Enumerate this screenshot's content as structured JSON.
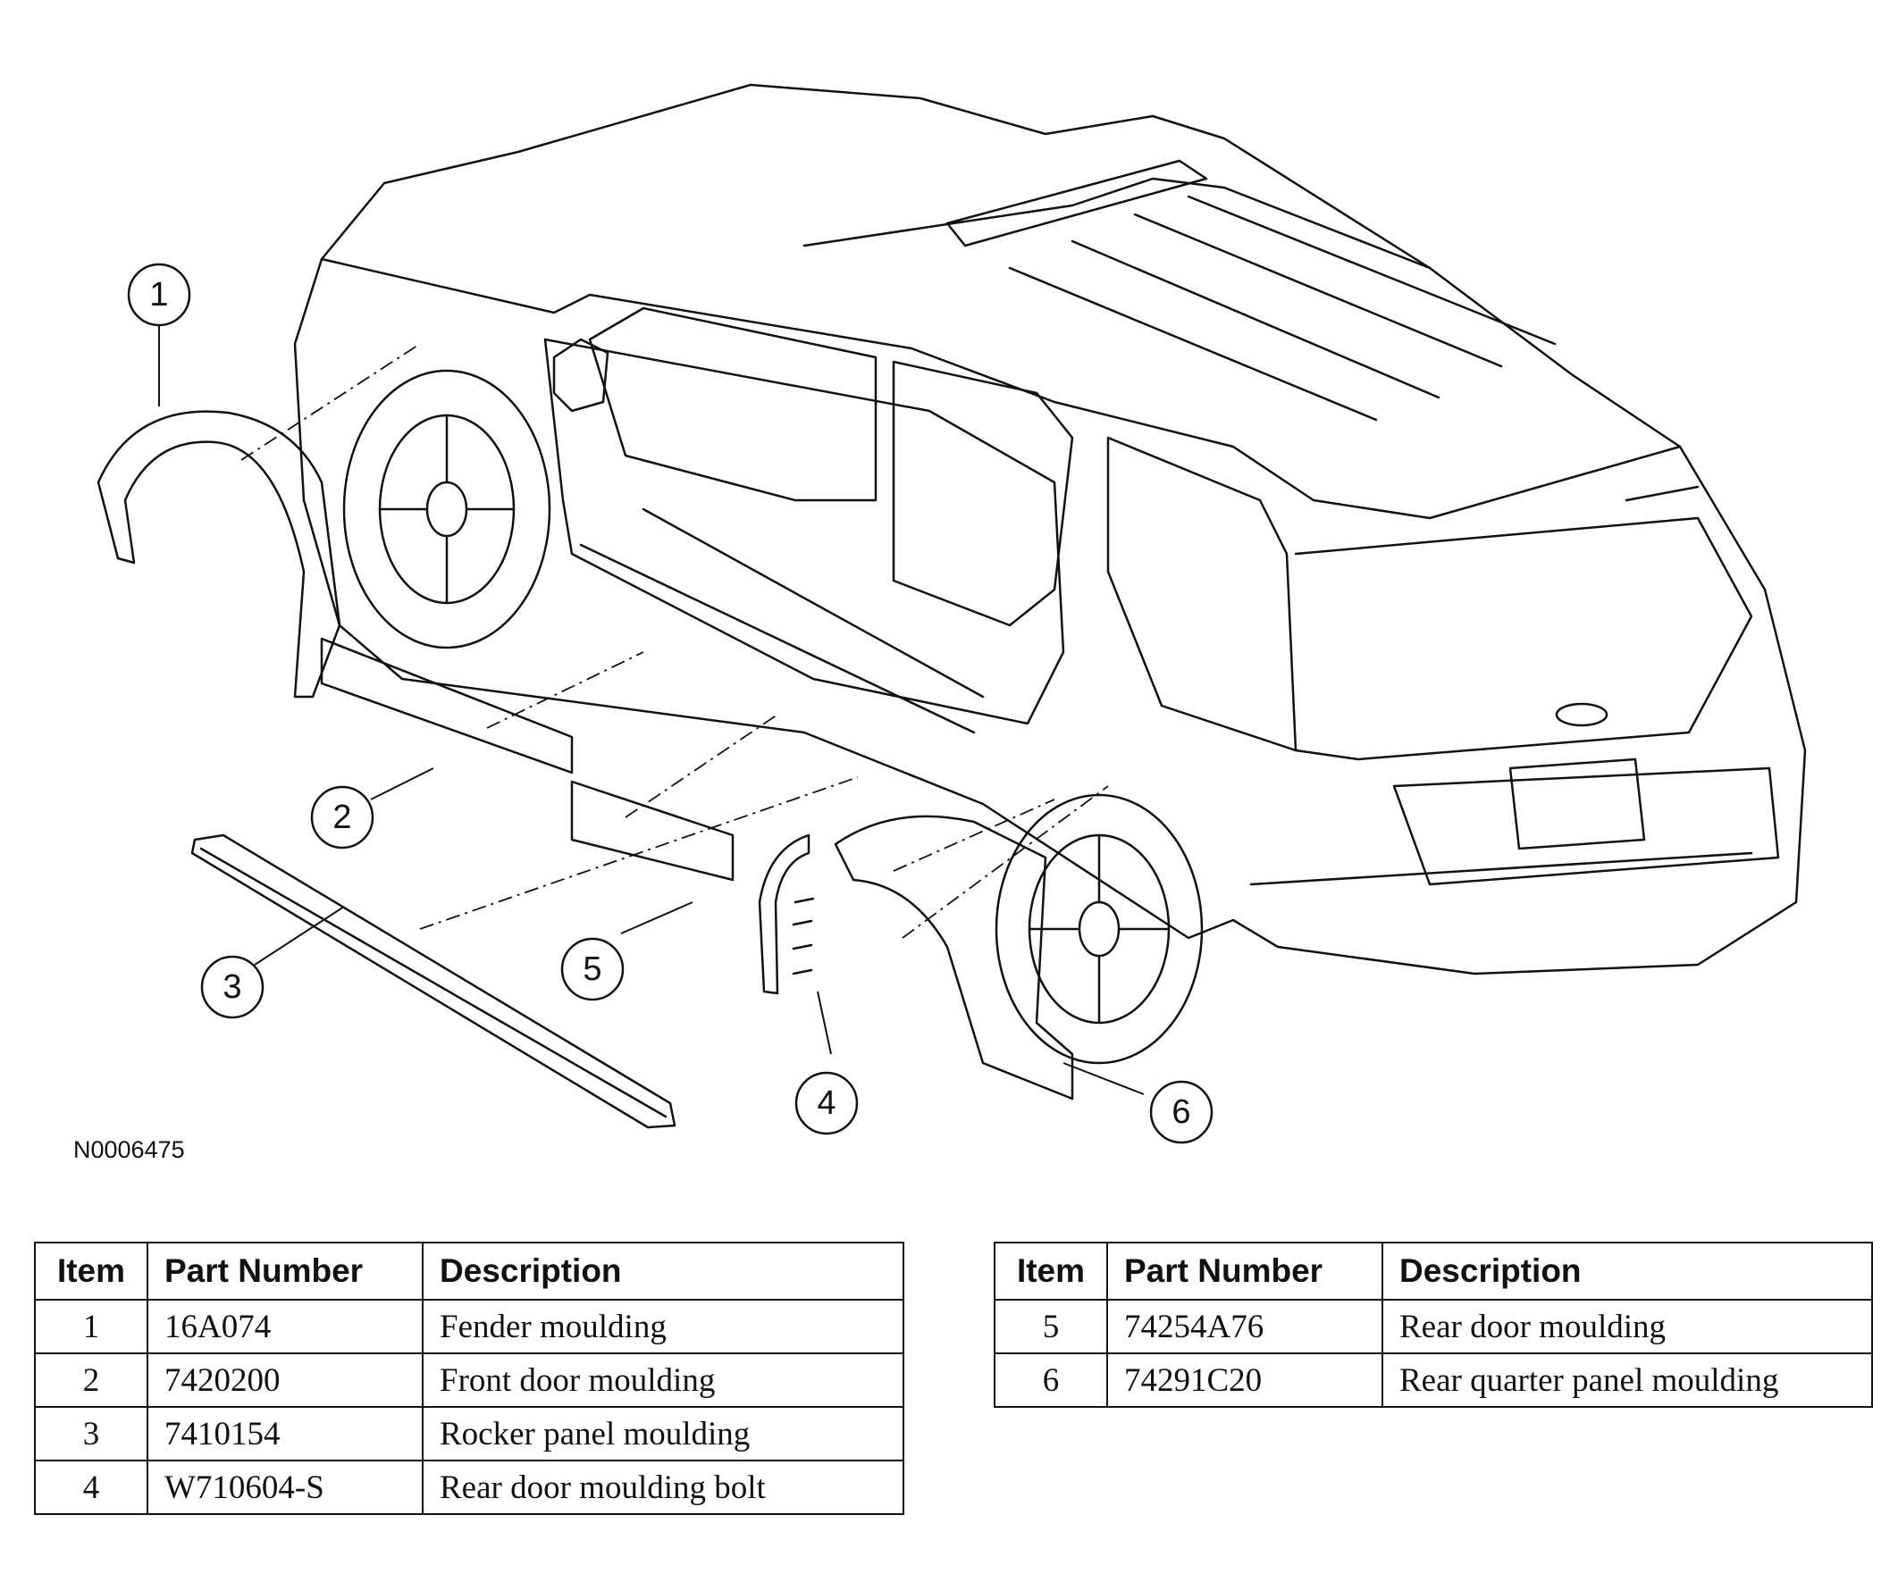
{
  "figure": {
    "id_label": "N0006475",
    "callouts": [
      "1",
      "2",
      "3",
      "4",
      "5",
      "6"
    ]
  },
  "tables": {
    "headers": {
      "item": "Item",
      "part_number": "Part Number",
      "description": "Description"
    },
    "left": [
      {
        "item": "1",
        "part_number": "16A074",
        "description": "Fender moulding"
      },
      {
        "item": "2",
        "part_number": "7420200",
        "description": "Front door moulding"
      },
      {
        "item": "3",
        "part_number": "7410154",
        "description": "Rocker panel moulding"
      },
      {
        "item": "4",
        "part_number": "W710604-S",
        "description": "Rear door moulding bolt"
      }
    ],
    "right": [
      {
        "item": "5",
        "part_number": "74254A76",
        "description": "Rear door moulding"
      },
      {
        "item": "6",
        "part_number": "74291C20",
        "description": "Rear quarter panel moulding"
      }
    ]
  }
}
